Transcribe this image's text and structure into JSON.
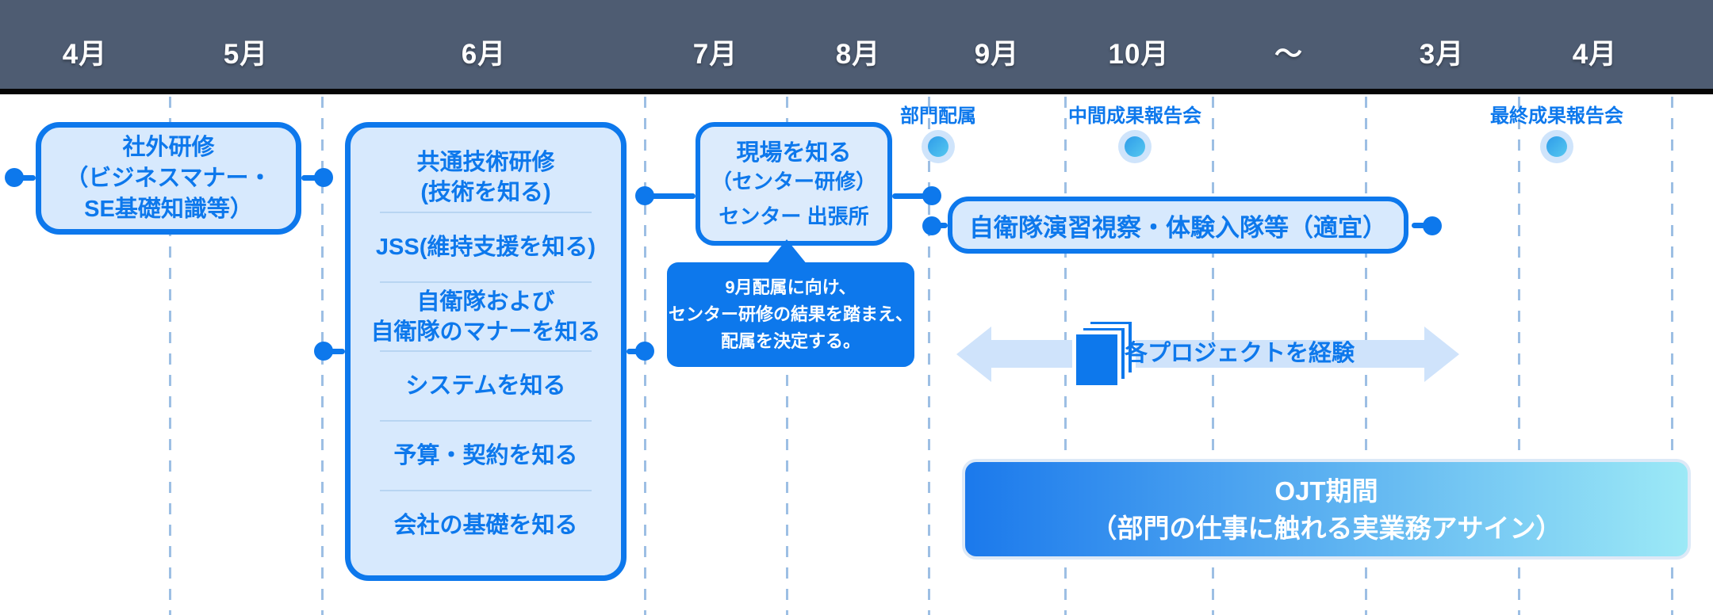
{
  "colors": {
    "accent_blue": "#0d78ec",
    "box_fill": "#d7e9fd",
    "header_bg": "#4e5c72",
    "gridline": "#9dbfe4",
    "arrow_band": "#cfe3fb",
    "callout_bg": "#0d78ec",
    "ojt_gradient_start": "#1b79ec",
    "ojt_gradient_end": "#9ce9f6"
  },
  "header": {
    "months": [
      "4月",
      "5月",
      "6月",
      "7月",
      "8月",
      "9月",
      "10月",
      "～",
      "3月",
      "4月"
    ]
  },
  "boxes": {
    "external": {
      "lines": [
        "社外研修",
        "（ビジネスマナー・",
        "SE基礎知識等）"
      ]
    },
    "june": {
      "items": [
        {
          "lines": [
            "共通技術研修",
            "(技術を知る)"
          ]
        },
        {
          "lines": [
            "JSS(維持支援を知る)"
          ]
        },
        {
          "lines": [
            "自衛隊および",
            "自衛隊のマナーを知る"
          ]
        },
        {
          "lines": [
            "システムを知る"
          ]
        },
        {
          "lines": [
            "予算・契約を知る"
          ]
        },
        {
          "lines": [
            "会社の基礎を知る"
          ]
        }
      ]
    },
    "genba": {
      "title": "現場を知る",
      "subtitle": "（センター研修）",
      "location": "センター 出張所"
    },
    "jieitai": {
      "label": "自衛隊演習視察・体験入隊等（適宜）"
    },
    "ojt": {
      "line1": "OJT期間",
      "line2": "（部門の仕事に触れる実業務アサイン）"
    }
  },
  "callout": {
    "line1": "9月配属に向け、",
    "line2": "センター研修の結果を踏まえ、",
    "line3": "配属を決定する。"
  },
  "milestones": [
    {
      "label": "部門配属"
    },
    {
      "label": "中間成果報告会"
    },
    {
      "label": "最終成果報告会"
    }
  ],
  "project_arrow": {
    "label": "各プロジェクトを経験"
  }
}
